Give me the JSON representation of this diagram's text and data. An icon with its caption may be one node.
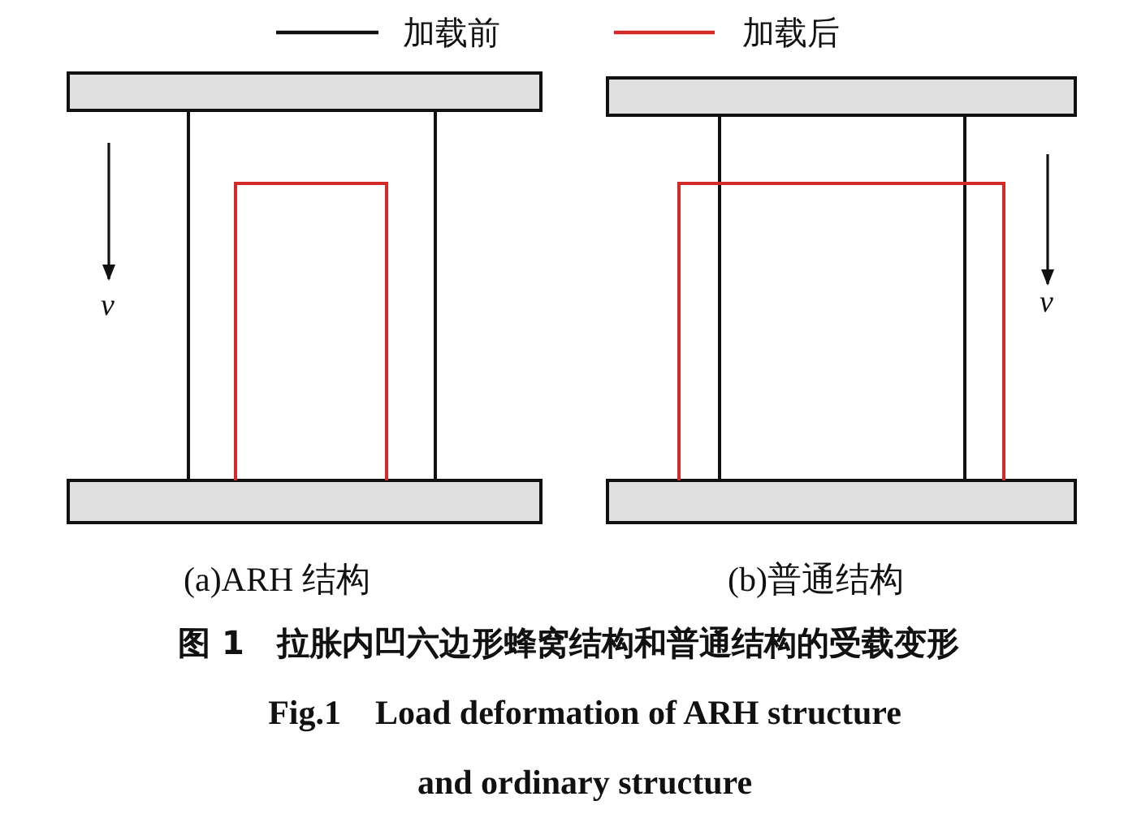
{
  "diagram": {
    "caption": "图 1　拉胀内凹六边形蜂窝结构和普通结构的受载变形",
    "labels": [
      "v",
      "v",
      "(a)ARH 结构",
      "(b)普通结构",
      "Fig.1　Load deformation of ARH structure and ordinary structure"
    ],
    "legend": [
      {
        "text": "加载前"
      },
      {
        "text": "加载后"
      }
    ]
  }
}
